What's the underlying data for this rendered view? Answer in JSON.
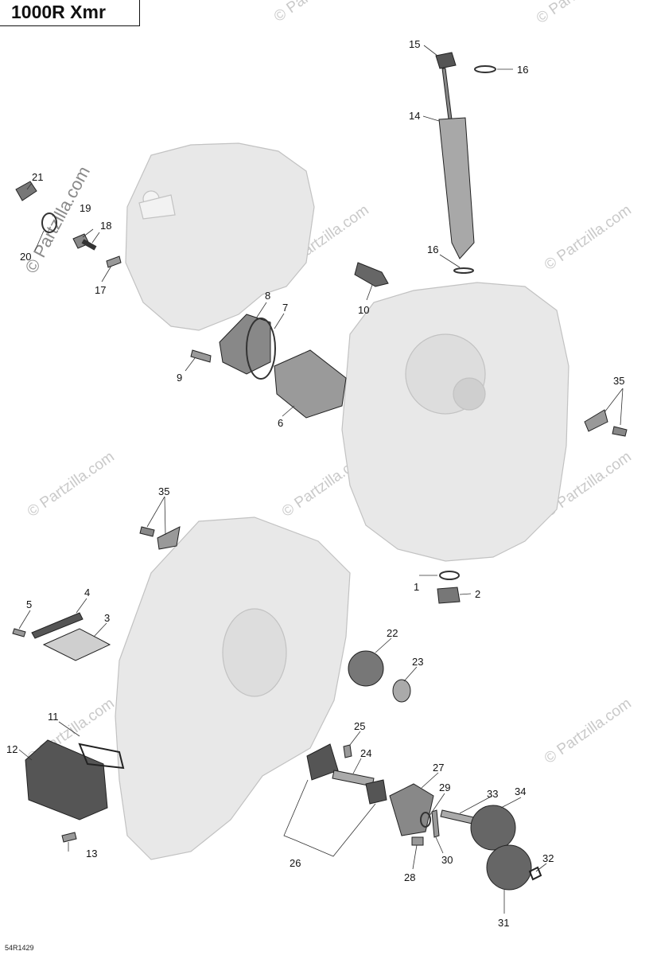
{
  "title": "1000R Xmr",
  "figure_code": "54R1429",
  "watermark": "© Partzilla.com",
  "callouts": {
    "c1": "1",
    "c2": "2",
    "c3": "3",
    "c4": "4",
    "c5": "5",
    "c6": "6",
    "c7": "7",
    "c8": "8",
    "c9": "9",
    "c10": "10",
    "c11": "11",
    "c12": "12",
    "c13": "13",
    "c14": "14",
    "c15": "15",
    "c16a": "16",
    "c16b": "16",
    "c17": "17",
    "c18": "18",
    "c19": "19",
    "c20": "20",
    "c21": "21",
    "c22": "22",
    "c23": "23",
    "c24": "24",
    "c25": "25",
    "c26": "26",
    "c27": "27",
    "c28": "28",
    "c29": "29",
    "c30": "30",
    "c31": "31",
    "c32": "32",
    "c33": "33",
    "c34": "34",
    "c35a": "35",
    "c35b": "35"
  },
  "colors": {
    "ghost_part": "#e6e6e6",
    "ghost_outline": "#bdbdbd",
    "part_dark": "#3a3a3a",
    "label": "#111111"
  }
}
